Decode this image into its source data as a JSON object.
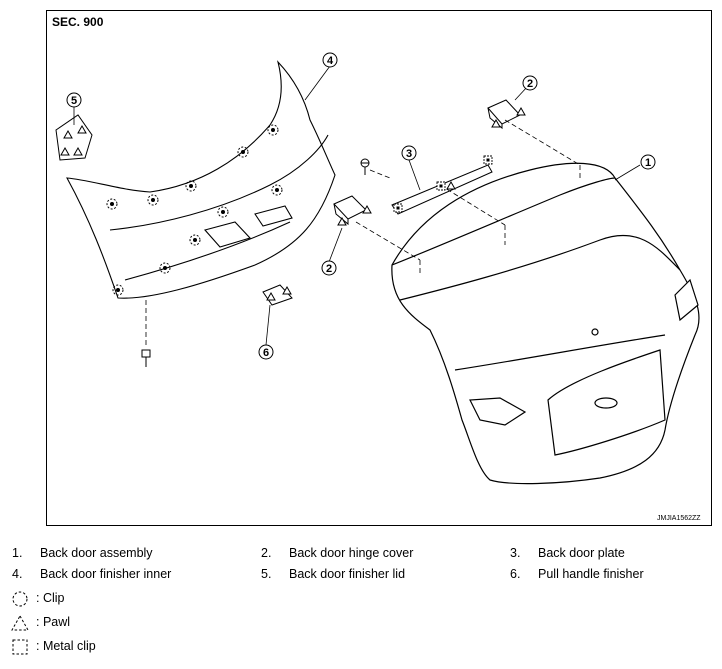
{
  "figure": {
    "section": "SEC. 900",
    "code": "JMJIA1562ZZ",
    "callouts": [
      "1",
      "2",
      "3",
      "4",
      "5",
      "6",
      "2"
    ]
  },
  "legend": {
    "parts": [
      {
        "num": "1.",
        "label": "Back door assembly"
      },
      {
        "num": "2.",
        "label": "Back door hinge cover"
      },
      {
        "num": "3.",
        "label": "Back door plate"
      },
      {
        "num": "4.",
        "label": "Back door finisher inner"
      },
      {
        "num": "5.",
        "label": "Back door finisher lid"
      },
      {
        "num": "6.",
        "label": "Pull handle finisher"
      }
    ],
    "symbols": [
      {
        "icon": "clip-symbol-icon",
        "label": ": Clip"
      },
      {
        "icon": "pawl-symbol-icon",
        "label": ": Pawl"
      },
      {
        "icon": "metal-clip-symbol-icon",
        "label": ": Metal clip"
      }
    ]
  }
}
